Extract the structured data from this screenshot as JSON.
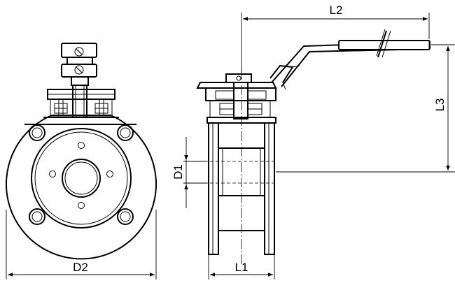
{
  "dimensions": {
    "d2": "D2",
    "l1": "L1",
    "d1": "D1",
    "l2": "L2",
    "l3": "L3"
  },
  "colors": {
    "line": "#000000",
    "background": "#ffffff"
  }
}
